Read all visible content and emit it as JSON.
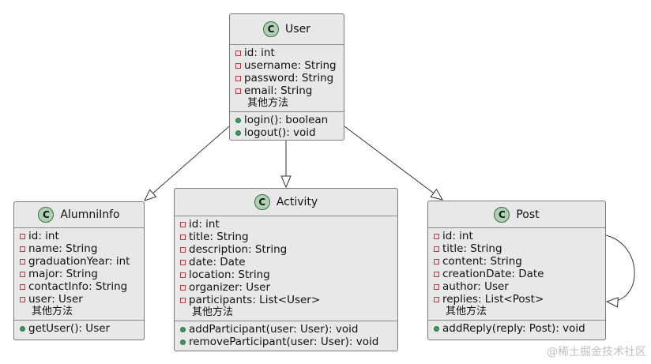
{
  "diagram": {
    "classes": [
      {
        "id": "user",
        "name": "User",
        "stereotype": "C",
        "attributes": [
          "id: int",
          "username: String",
          "password: String",
          "email: String"
        ],
        "other": "其他方法",
        "methods": [
          "login(): boolean",
          "logout(): void"
        ]
      },
      {
        "id": "alumniinfo",
        "name": "AlumniInfo",
        "stereotype": "C",
        "attributes": [
          "id: int",
          "name: String",
          "graduationYear: int",
          "major: String",
          "contactInfo: String",
          "user: User"
        ],
        "other": "其他方法",
        "methods": [
          "getUser(): User"
        ]
      },
      {
        "id": "activity",
        "name": "Activity",
        "stereotype": "C",
        "attributes": [
          "id: int",
          "title: String",
          "description: String",
          "date: Date",
          "location: String",
          "organizer: User",
          "participants: List<User>"
        ],
        "other": "其他方法",
        "methods": [
          "addParticipant(user: User): void",
          "removeParticipant(user: User): void"
        ]
      },
      {
        "id": "post",
        "name": "Post",
        "stereotype": "C",
        "attributes": [
          "id: int",
          "title: String",
          "content: String",
          "creationDate: Date",
          "author: User",
          "replies: List<Post>"
        ],
        "other": "其他方法",
        "methods": [
          "addReply(reply: Post): void"
        ]
      }
    ],
    "relations": [
      {
        "from": "user",
        "to": "alumniinfo",
        "type": "association-arrow"
      },
      {
        "from": "user",
        "to": "activity",
        "type": "association-arrow"
      },
      {
        "from": "user",
        "to": "post",
        "type": "association-arrow"
      },
      {
        "from": "post",
        "to": "post",
        "type": "self-association-arrow"
      }
    ],
    "colors": {
      "badge": "#add1b2",
      "private": "#b43c4a",
      "public": "#3a9a5b",
      "border": "#7a7a7a"
    }
  },
  "watermark": "@稀土掘金技术社区"
}
